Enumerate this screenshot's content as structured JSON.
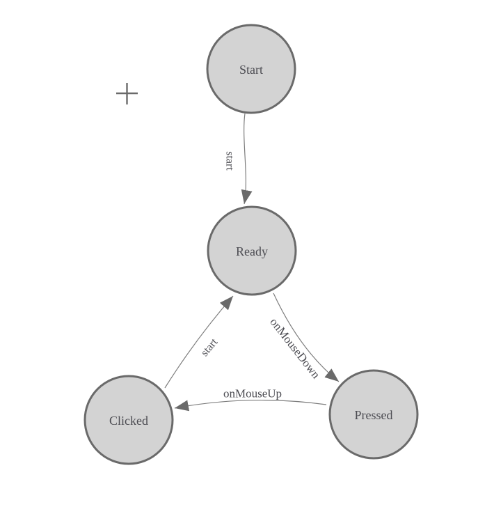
{
  "diagram": {
    "type": "state-machine",
    "colors": {
      "background": "#ffffff",
      "node_fill": "#d3d3d3",
      "node_border": "#6a6a6a",
      "edge_line": "#7d7d7d",
      "arrowhead": "#6a6a6a",
      "label_text": "#4c4c52"
    },
    "nodes": [
      {
        "id": "start",
        "label": "Start"
      },
      {
        "id": "ready",
        "label": "Ready"
      },
      {
        "id": "clicked",
        "label": "Clicked"
      },
      {
        "id": "pressed",
        "label": "Pressed"
      }
    ],
    "edges": [
      {
        "from": "start",
        "to": "ready",
        "label": "start"
      },
      {
        "from": "ready",
        "to": "pressed",
        "label": "onMouseDown"
      },
      {
        "from": "clicked",
        "to": "ready",
        "label": "start"
      },
      {
        "from": "pressed",
        "to": "clicked",
        "label": "onMouseUp"
      }
    ],
    "cursor": {
      "icon": "plus-crosshair"
    }
  }
}
